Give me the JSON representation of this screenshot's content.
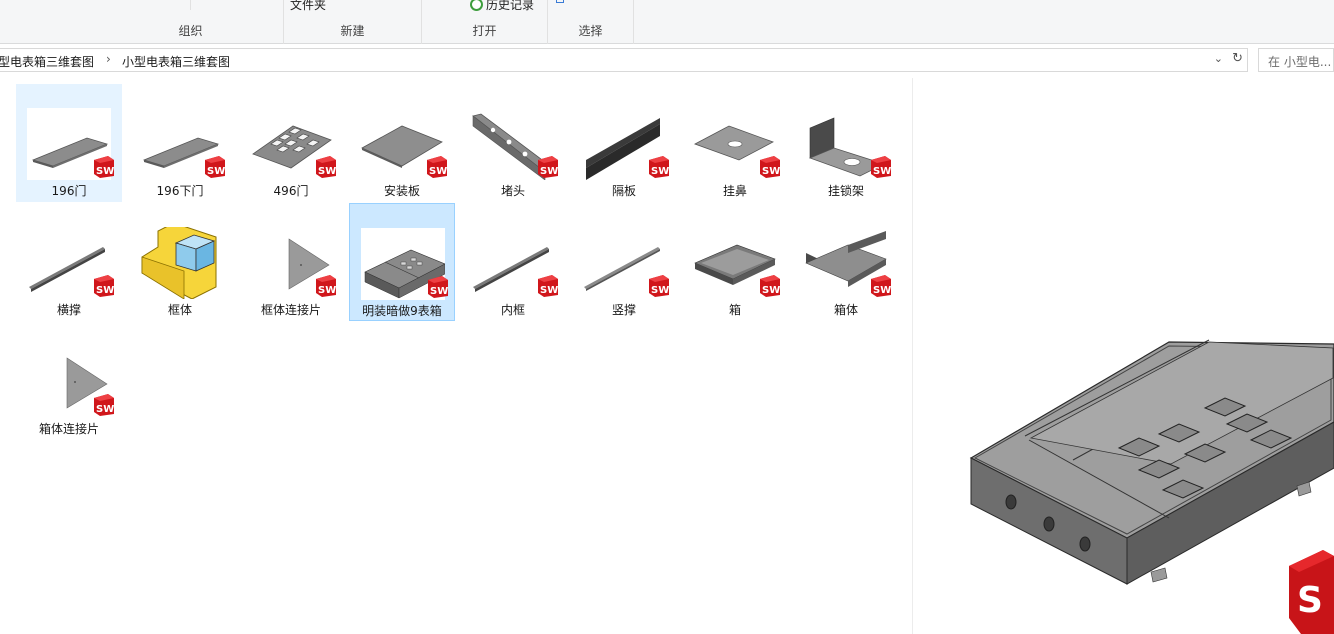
{
  "ribbon": {
    "groups": [
      {
        "label": "组织"
      },
      {
        "label": "新建",
        "button": "文件夹"
      },
      {
        "label": "打开",
        "button": "历史记录"
      },
      {
        "label": "选择"
      }
    ]
  },
  "address": {
    "crumbs": [
      "小型电表箱三维套图",
      "小型电表箱三维套图"
    ],
    "crumb_separator": "›",
    "dropdown_icon": "chevron-down-icon",
    "refresh_icon": "refresh-icon"
  },
  "search": {
    "placeholder": "在 小型电..."
  },
  "badge": {
    "text": "SW",
    "color": "#d0161b"
  },
  "files": [
    {
      "name": "196门",
      "thumb": "door-plate"
    },
    {
      "name": "196下门",
      "thumb": "door-plate"
    },
    {
      "name": "496门",
      "thumb": "window-door"
    },
    {
      "name": "安装板",
      "thumb": "flat-plate"
    },
    {
      "name": "堵头",
      "thumb": "end-cap"
    },
    {
      "name": "隔板",
      "thumb": "partition"
    },
    {
      "name": "挂鼻",
      "thumb": "hanging-tab"
    },
    {
      "name": "挂锁架",
      "thumb": "lock-bracket"
    },
    {
      "name": "横撑",
      "thumb": "crossbar"
    },
    {
      "name": "框体",
      "thumb": "assembly-cube"
    },
    {
      "name": "框体连接片",
      "thumb": "triangle-plate"
    },
    {
      "name": "明装暗做9表箱",
      "thumb": "meter-box"
    },
    {
      "name": "内框",
      "thumb": "crossbar"
    },
    {
      "name": "竖撑",
      "thumb": "crossbar"
    },
    {
      "name": "箱",
      "thumb": "tray"
    },
    {
      "name": "箱体",
      "thumb": "channel"
    },
    {
      "name": "箱体连接片",
      "thumb": "triangle-plate"
    }
  ],
  "selected_file": "明装暗做9表箱",
  "hovered_file": "196门",
  "preview": {
    "label": "meter-box-3d-preview"
  }
}
